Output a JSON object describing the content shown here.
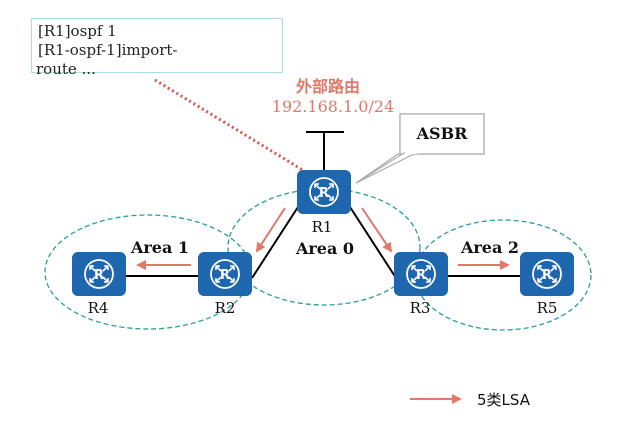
{
  "command_box": {
    "lines": [
      "[R1]ospf 1",
      "[R1-ospf-1]import-",
      "route ..."
    ]
  },
  "external_route": {
    "title": "外部路由",
    "prefix": "192.168.1.0/24"
  },
  "asbr_callout": "ASBR",
  "routers": {
    "r1": "R1",
    "r2": "R2",
    "r3": "R3",
    "r4": "R4",
    "r5": "R5"
  },
  "areas": {
    "area0": "Area 0",
    "area1": "Area 1",
    "area2": "Area 2"
  },
  "legend": {
    "lsa_label": "5类LSA"
  },
  "colors": {
    "router_fill": "#1e66ad",
    "area_border": "#2a9d9d",
    "lsa_arrow": "#e07868",
    "title_red": "#e07868",
    "link": "#000000"
  }
}
